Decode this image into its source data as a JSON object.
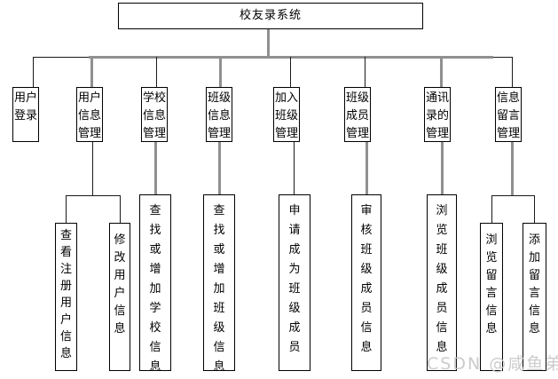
{
  "diagram_title": "校友录系统",
  "watermark": "CSDN @咸鱼弟",
  "colors": {
    "background": "#ffffff",
    "box_border": "#000000",
    "connector_thin": "#1a1a1a",
    "connector_thick": "#909090",
    "watermark_gray": "#c6c6c6"
  },
  "nodes": {
    "root": {
      "label": "校友录系统"
    },
    "level2": {
      "user_login": {
        "label": "用户登录"
      },
      "user_info": {
        "label": "用户信息管理"
      },
      "school_info": {
        "label": "学校信息管理"
      },
      "class_info": {
        "label": "班级信息管理"
      },
      "join_class": {
        "label": "加入班级管理"
      },
      "class_member": {
        "label": "班级成员管理"
      },
      "address_book": {
        "label": "通讯录的管理"
      },
      "message_board": {
        "label": "信息留言管理"
      }
    },
    "level3": {
      "view_registered_user_info": {
        "label": "查看注册用户信息"
      },
      "modify_user_info": {
        "label": "修改用户信息"
      },
      "find_or_add_school_info": {
        "label": "查找或增加学校信息"
      },
      "find_or_add_class_info": {
        "label": "查找或增加班级信息"
      },
      "apply_become_class_member": {
        "label": "申请成为班级成员"
      },
      "review_class_member_info": {
        "label": "审核班级成员信息"
      },
      "browse_class_member_info": {
        "label": "浏览班级成员信息"
      },
      "browse_message_info": {
        "label": "浏览留言信息"
      },
      "add_message_info": {
        "label": "添加留言信息"
      }
    }
  }
}
